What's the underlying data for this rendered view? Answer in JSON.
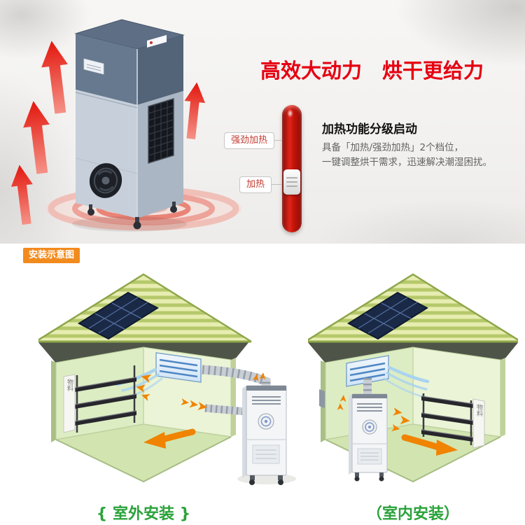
{
  "hero": {
    "headline": "高效大动力　烘干更给力",
    "feature": {
      "title": "加热功能分级启动",
      "line1": "具备「加热/强劲加热」2个档位，",
      "line2": "一键调整烘干需求，迅速解决潮湿困扰。"
    },
    "slider": {
      "strong_label": "强劲加热",
      "normal_label": "加热"
    }
  },
  "install": {
    "tag": "安装示意图",
    "outdoor_caption": "{ 室外安装 }",
    "indoor_caption": "（室内安装）",
    "shelf_label": "物料"
  },
  "colors": {
    "headline_red": "#e60012",
    "slider_red": "#c01309",
    "tag_orange": "#f28b1e",
    "caption_green": "#2aa23a",
    "arrow_orange": "#f08300",
    "roof_stripe_green": "#b5c96b",
    "unit_blue": "#4f86c4"
  }
}
